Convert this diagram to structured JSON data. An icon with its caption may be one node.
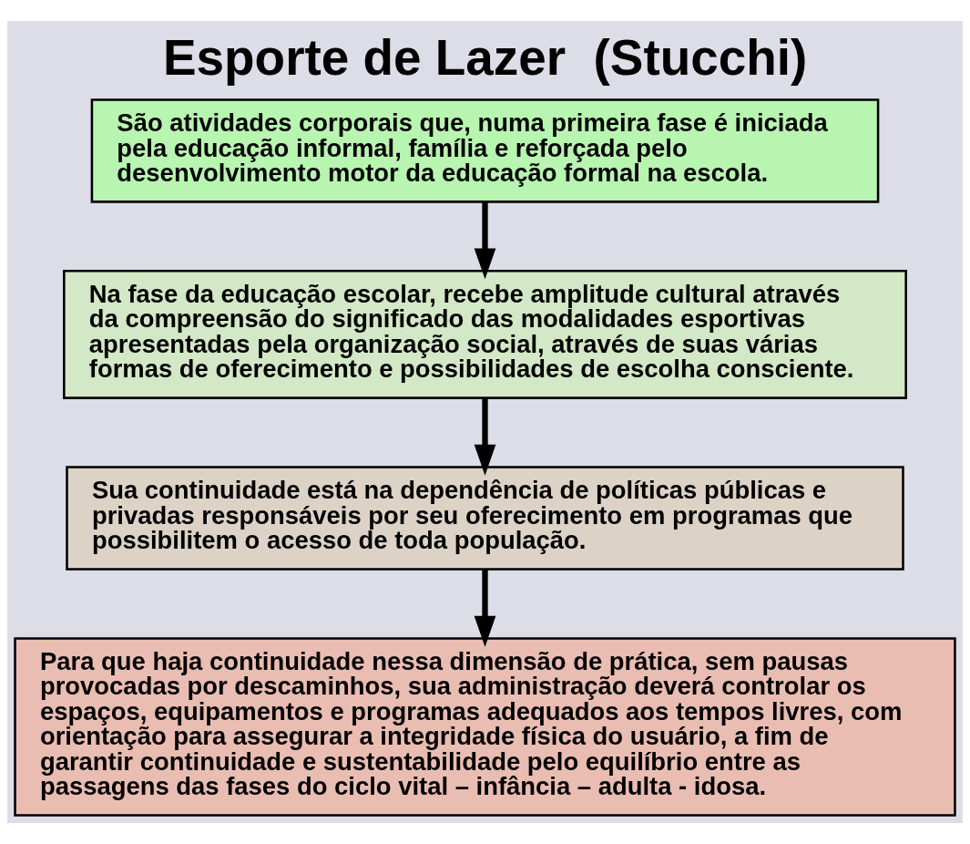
{
  "diagram": {
    "title": "Esporte de Lazer  (Stucchi)",
    "nodes": [
      {
        "text": [
          "São atividades corporais que, numa primeira fase é iniciada  pela educação informal, família e reforçada pelo desenvolvimento motor da educação formal na escola."
        ]
      },
      {
        "text": [
          "Na fase da educação escolar, recebe amplitude cultural através da compreensão do significado das modalidades esportivas apresentadas pela organização social, através de suas várias formas de oferecimento e possibilidades de escolha consciente."
        ]
      },
      {
        "text": [
          "Sua continuidade está na dependência de políticas públicas e privadas responsáveis por seu oferecimento em programas que possibilitem o acesso de toda população."
        ]
      },
      {
        "text": [
          "Para que haja continuidade nessa dimensão de prática, sem pausas provocadas por descaminhos, sua administração deverá controlar os espaços, equipamentos e programas adequados aos tempos livres, com orientação para assegurar a integridade física do usuário, a fim de garantir continuidade e sustentabilidade pelo equilíbrio entre as passagens das fases do ciclo vital – infância – adulta - idosa."
        ]
      }
    ],
    "edges": [
      {
        "from": 0,
        "to": 1,
        "arrow": "to"
      },
      {
        "from": 1,
        "to": 2,
        "arrow": "to"
      },
      {
        "from": 2,
        "to": 3,
        "arrow": "to"
      }
    ]
  }
}
